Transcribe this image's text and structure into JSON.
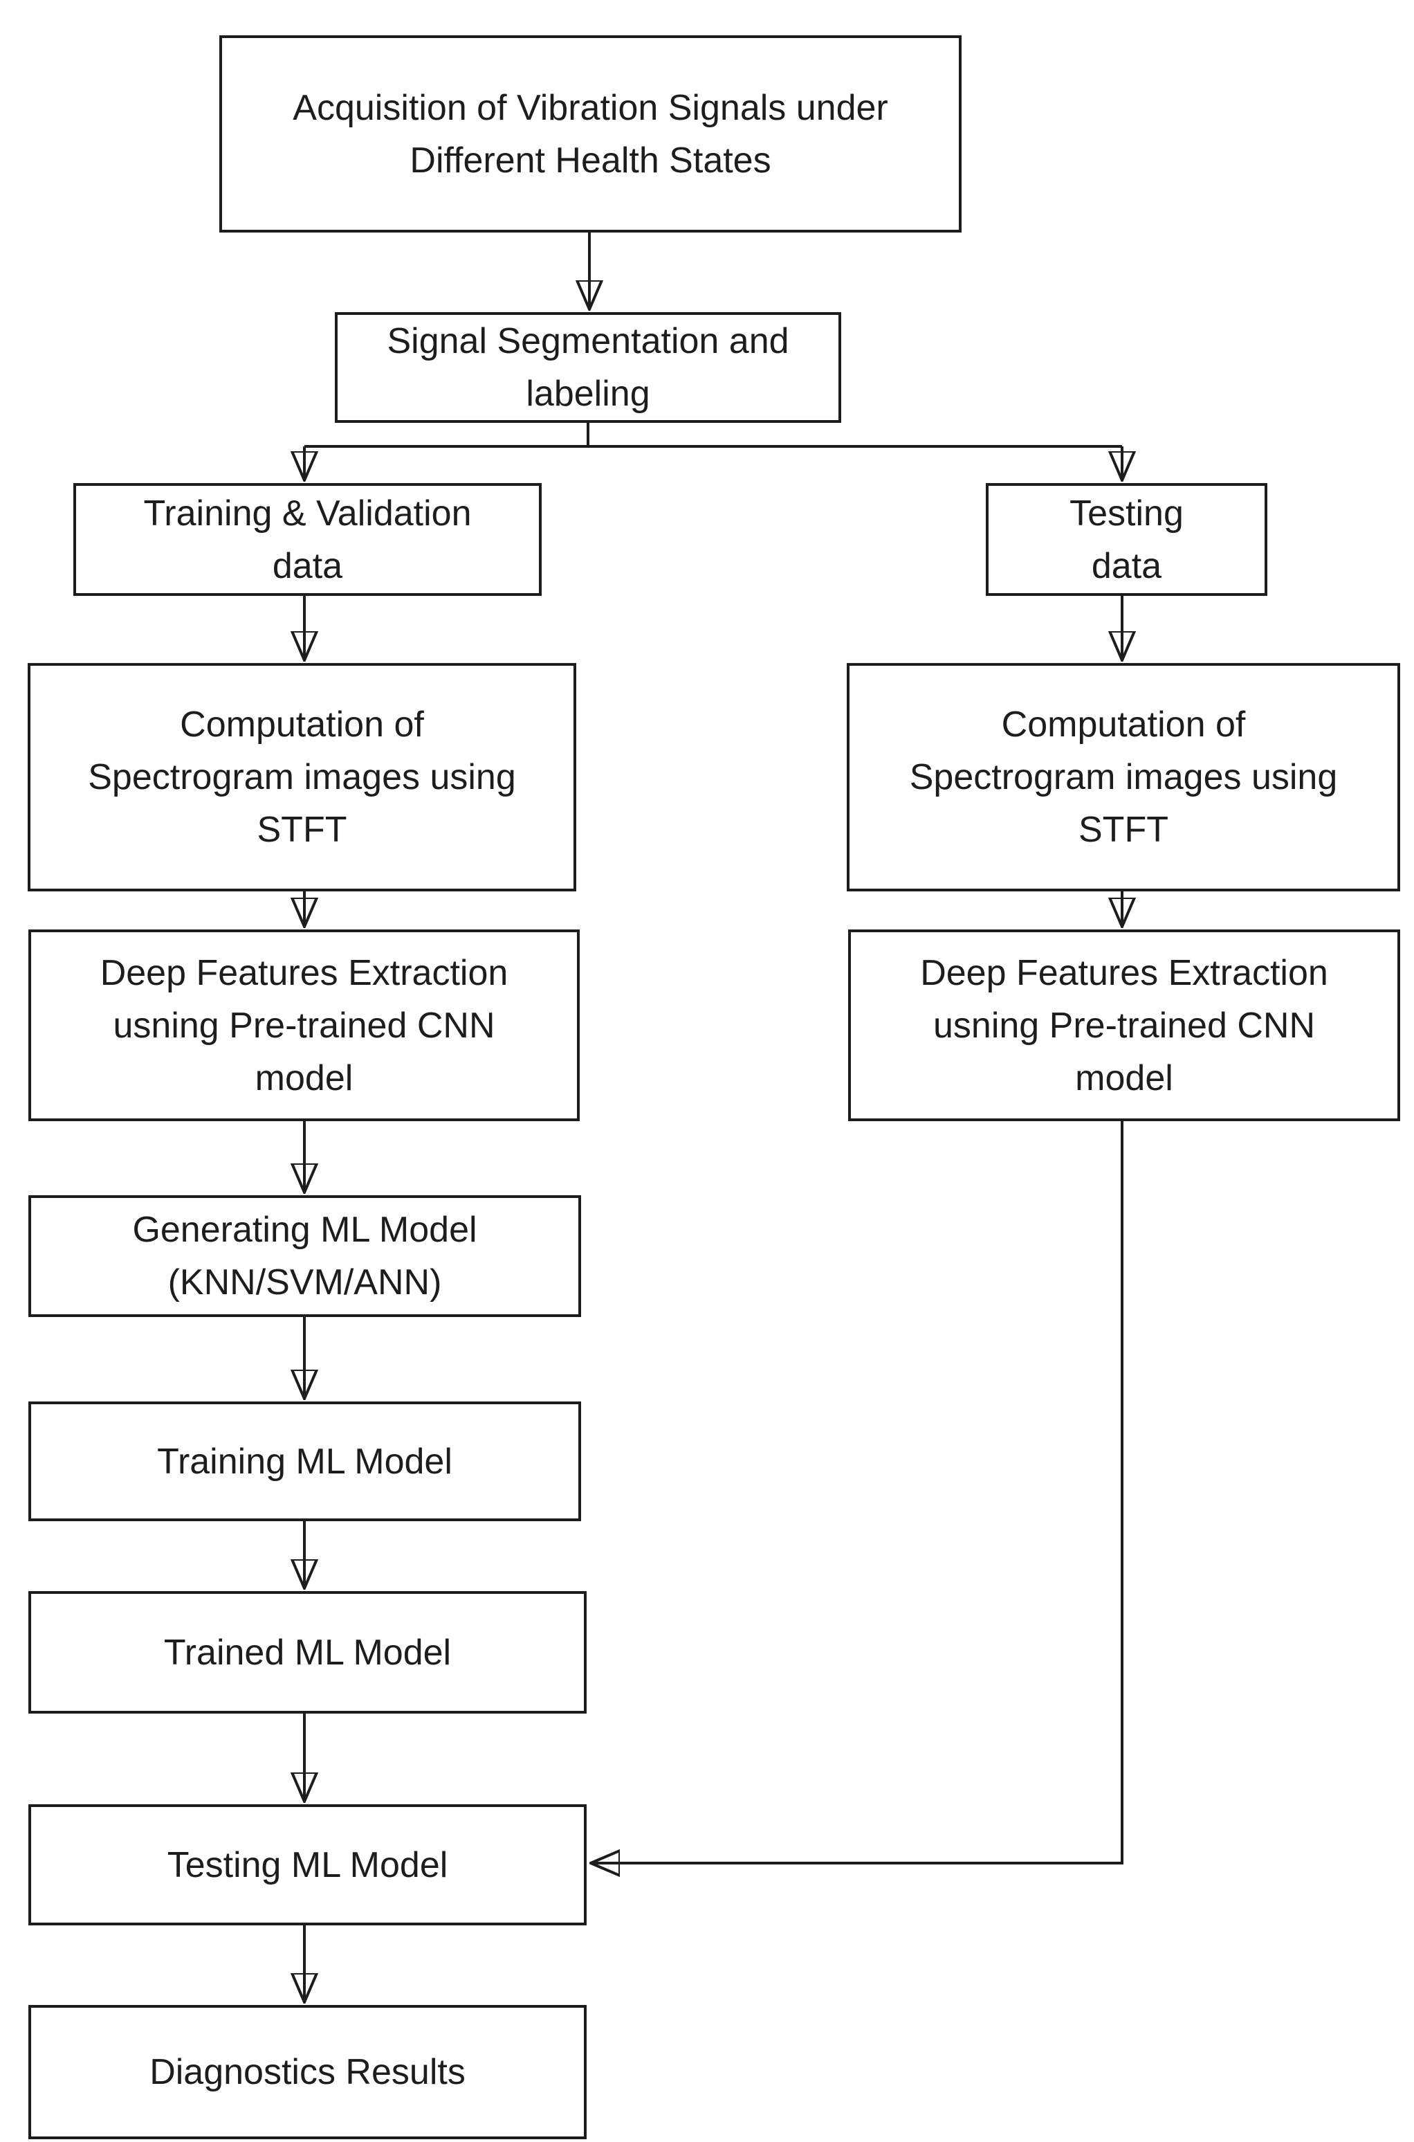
{
  "diagram": {
    "type": "flowchart",
    "colors": {
      "background": "#ffffff",
      "box_border": "#1d1d1d",
      "text": "#1d1d1d",
      "connector": "#1d1d1d"
    },
    "nodes": [
      {
        "id": "acquisition",
        "lines": [
          "Acquisition of Vibration Signals under",
          "Different Health States"
        ]
      },
      {
        "id": "signal-segmentation",
        "lines": [
          "Signal Segmentation and",
          "labeling"
        ]
      },
      {
        "id": "training-validation-data",
        "lines": [
          "Training & Validation",
          "data"
        ]
      },
      {
        "id": "testing-data",
        "lines": [
          "Testing",
          "data"
        ]
      },
      {
        "id": "computation-stft-training",
        "lines": [
          "Computation of",
          "Spectrogram images using",
          "STFT"
        ]
      },
      {
        "id": "computation-stft-testing",
        "lines": [
          "Computation of",
          "Spectrogram images using",
          "STFT"
        ]
      },
      {
        "id": "deep-features-training",
        "lines": [
          "Deep Features Extraction",
          "usning Pre-trained CNN",
          "model"
        ]
      },
      {
        "id": "deep-features-testing",
        "lines": [
          "Deep Features Extraction",
          "usning Pre-trained CNN",
          "model"
        ]
      },
      {
        "id": "generating-ml-model",
        "lines": [
          "Generating ML Model",
          "(KNN/SVM/ANN)"
        ]
      },
      {
        "id": "training-ml-model",
        "lines": [
          "Training ML Model"
        ]
      },
      {
        "id": "trained-ml-model",
        "lines": [
          "Trained ML Model"
        ]
      },
      {
        "id": "testing-ml-model",
        "lines": [
          "Testing ML Model"
        ]
      },
      {
        "id": "diagnostics-results",
        "lines": [
          "Diagnostics Results"
        ]
      }
    ],
    "edges": [
      {
        "from": "acquisition",
        "to": "signal-segmentation"
      },
      {
        "from": "signal-segmentation",
        "to": "training-validation-data"
      },
      {
        "from": "signal-segmentation",
        "to": "testing-data"
      },
      {
        "from": "training-validation-data",
        "to": "computation-stft-training"
      },
      {
        "from": "testing-data",
        "to": "computation-stft-testing"
      },
      {
        "from": "computation-stft-training",
        "to": "deep-features-training"
      },
      {
        "from": "computation-stft-testing",
        "to": "deep-features-testing"
      },
      {
        "from": "deep-features-training",
        "to": "generating-ml-model"
      },
      {
        "from": "generating-ml-model",
        "to": "training-ml-model"
      },
      {
        "from": "training-ml-model",
        "to": "trained-ml-model"
      },
      {
        "from": "trained-ml-model",
        "to": "testing-ml-model"
      },
      {
        "from": "deep-features-testing",
        "to": "testing-ml-model"
      },
      {
        "from": "testing-ml-model",
        "to": "diagnostics-results"
      }
    ]
  }
}
